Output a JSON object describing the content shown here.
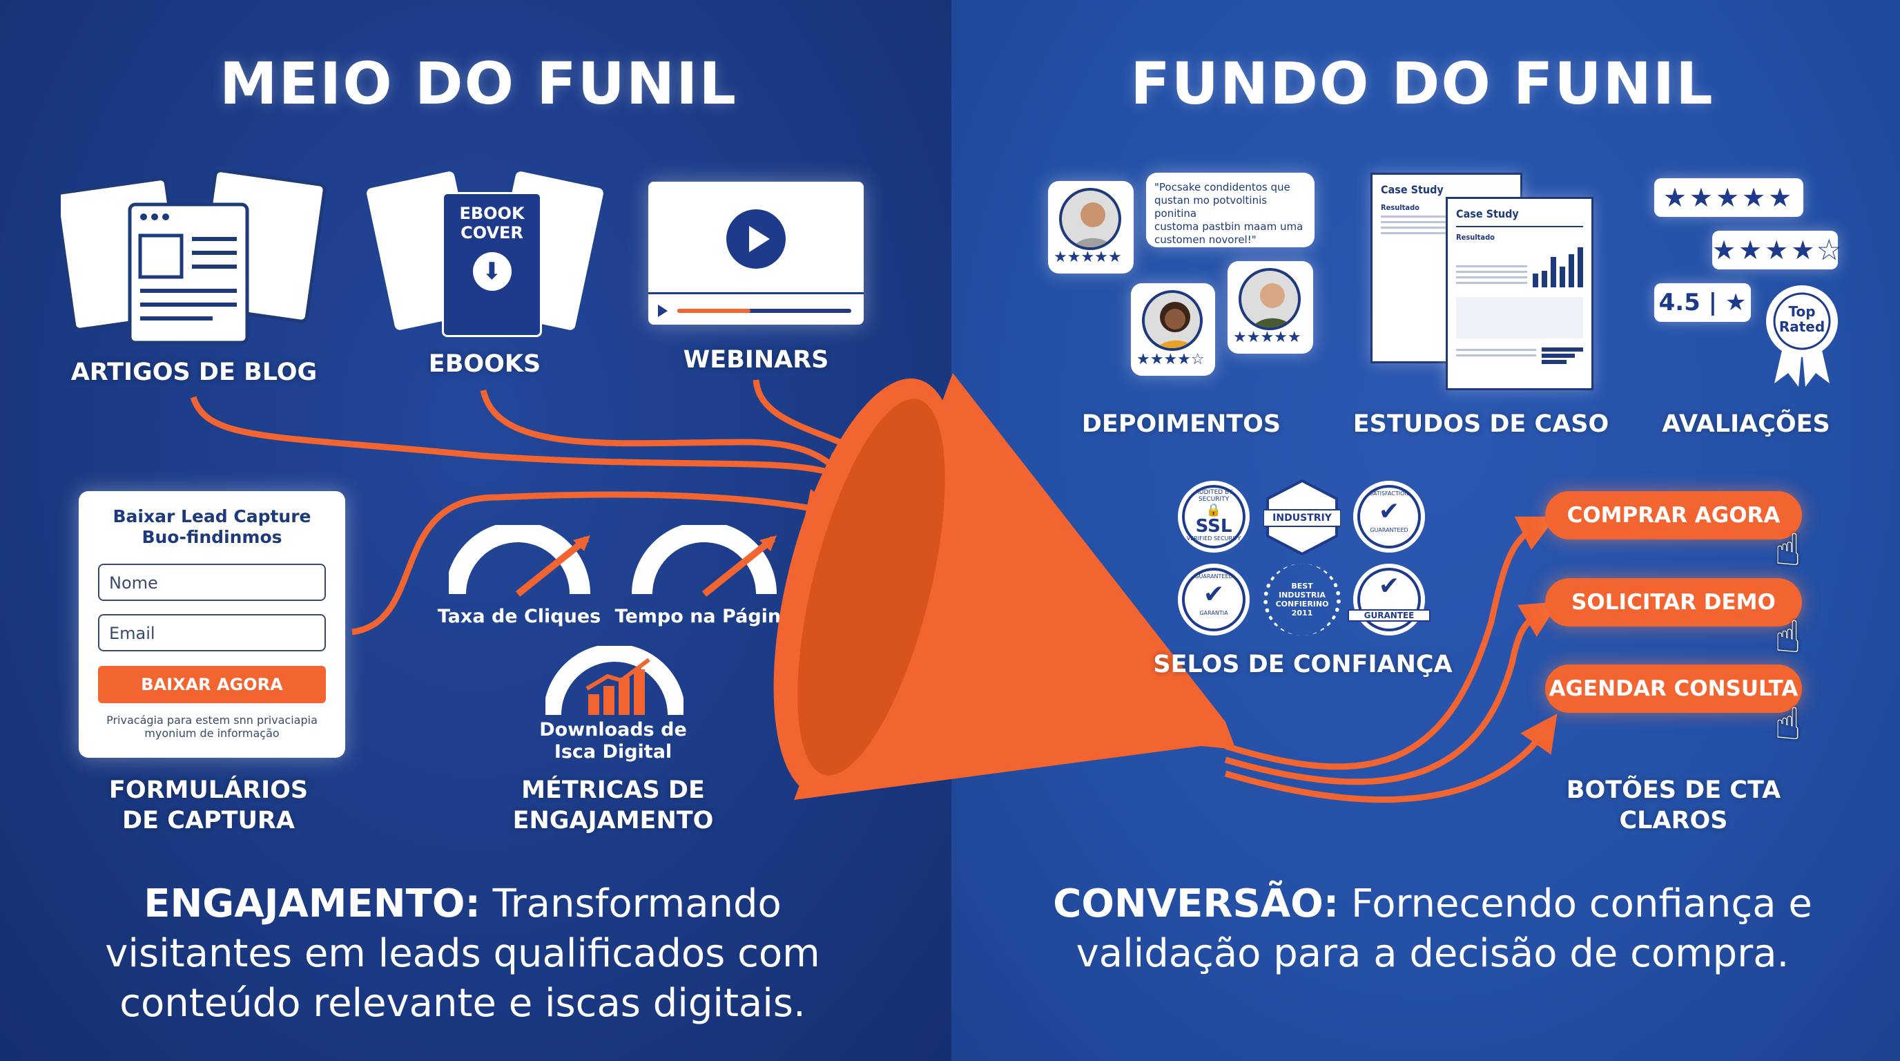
{
  "left": {
    "title": "MEIO DO FUNIL",
    "blog": {
      "label": "ARTIGOS DE BLOG"
    },
    "ebooks": {
      "label": "EBOOKS",
      "cover_text_1": "EBOOK",
      "cover_text_2": "COVER"
    },
    "webinars": {
      "label": "WEBINARS",
      "progress": 0.42
    },
    "form": {
      "title_line1": "Baixar Lead Capture",
      "title_line2": "Buo-findinmos",
      "name_placeholder": "Nome",
      "email_placeholder": "Email",
      "button": "BAIXAR AGORA",
      "privacy_line1": "Privacágia para estem snn privaciapia",
      "privacy_line2": "myonium de informação",
      "label_line1": "FORMULÁRIOS",
      "label_line2": "DE CAPTURA"
    },
    "metrics": {
      "gauge1": "Taxa de Cliques",
      "gauge2": "Tempo na Página",
      "downloads_line1": "Downloads de",
      "downloads_line2": "Isca Digital",
      "label_line1": "MÉTRICAS DE",
      "label_line2": "ENGAJAMENTO"
    },
    "bottom": {
      "bold": "ENGAJAMENTO:",
      "line1": " Transformando",
      "line2": "visitantes em leads qualificados com",
      "line3": "conteúdo relevante e iscas digitais."
    }
  },
  "right": {
    "title": "FUNDO DO FUNIL",
    "testimonials": {
      "quote_line1": "\"Pocsake condidentos que",
      "quote_line2": "qustan mo potvoltinis ponitina",
      "quote_line3": "customa pastbin maam uma",
      "quote_line4": "customen novorel!\"",
      "stars_1": "★★★★★",
      "stars_2": "★★★★☆",
      "stars_3": "★★★★★",
      "label": "DEPOIMENTOS"
    },
    "case_studies": {
      "doc_title": "Case Study",
      "section": "Resultado",
      "label": "ESTUDOS DE CASO"
    },
    "ratings": {
      "stars_full": "★★★★★",
      "stars_partial": "★★★★",
      "score": "4.5",
      "score_star": "★",
      "badge_line1": "Top",
      "badge_line2": "Rated",
      "label": "AVALIAÇÕES"
    },
    "badges": {
      "ssl": "SSL",
      "ssl_ring_top": "AUDITED BY SECURITY",
      "ssl_ring_bottom": "VERIFIED SECURITY",
      "industry": "INDUSTRIY",
      "guaranteed_top": "SATISFACTION",
      "guaranteed_bottom": "GUARANTEED",
      "garantia_top": "GUARANTEED",
      "garantia_bottom": "GARANTIA",
      "laurel_line1": "BEST",
      "laurel_line2": "INDUSTRIA",
      "laurel_line3": "CONFIERINO",
      "laurel_line4": "2011",
      "guarantee_ribbon": "GURANTEE",
      "label": "SELOS DE CONFIANÇA"
    },
    "cta": {
      "buttons": [
        "COMPRAR AGORA",
        "SOLICITAR DEMO",
        "AGENDAR CONSULTA"
      ],
      "label_line1": "BOTÕES DE CTA",
      "label_line2": "CLAROS"
    },
    "bottom": {
      "bold": "CONVERSÃO:",
      "line1": " Fornecendo confiança e",
      "line2": "validação para a decisão de compra."
    }
  },
  "colors": {
    "accent": "#f26430",
    "navy": "#1e3a7b",
    "left_bg": "#1b3a84",
    "right_bg": "#2450a6"
  }
}
